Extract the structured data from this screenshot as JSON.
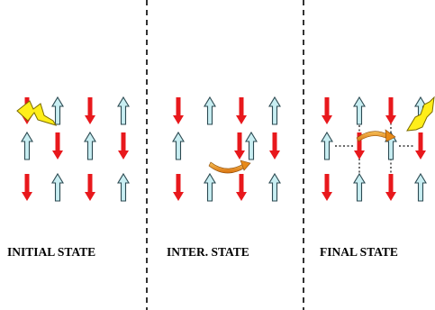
{
  "labels": {
    "initial": "INITIAL STATE",
    "intermediate": "INTER. STATE",
    "final": "FINAL STATE"
  },
  "colors": {
    "spin_down": "#e8181c",
    "spin_up_fill": "#c8eef2",
    "spin_up_stroke": "#2c4a52",
    "lightning": "#ffee1a",
    "hop_arrow": "#e88a18",
    "divider": "#000000"
  },
  "panels": [
    {
      "name": "initial-state",
      "grid": [
        [
          "down",
          "up",
          "down",
          "up"
        ],
        [
          "up",
          "down",
          "up",
          "down"
        ],
        [
          "down",
          "up",
          "down",
          "up"
        ]
      ],
      "lightning": true
    },
    {
      "name": "intermediate-state",
      "grid": [
        [
          "down",
          "up",
          "down",
          "up"
        ],
        [
          "up",
          "",
          "down-up",
          "down"
        ],
        [
          "down",
          "up",
          "down",
          "up"
        ]
      ],
      "hop_arrow": true
    },
    {
      "name": "final-state",
      "grid": [
        [
          "down",
          "up",
          "down",
          "up"
        ],
        [
          "up",
          "down",
          "up",
          "down"
        ],
        [
          "down",
          "up",
          "down",
          "up"
        ]
      ],
      "hop_arrow": true,
      "dotted_bonds": true,
      "lightning": true
    }
  ]
}
